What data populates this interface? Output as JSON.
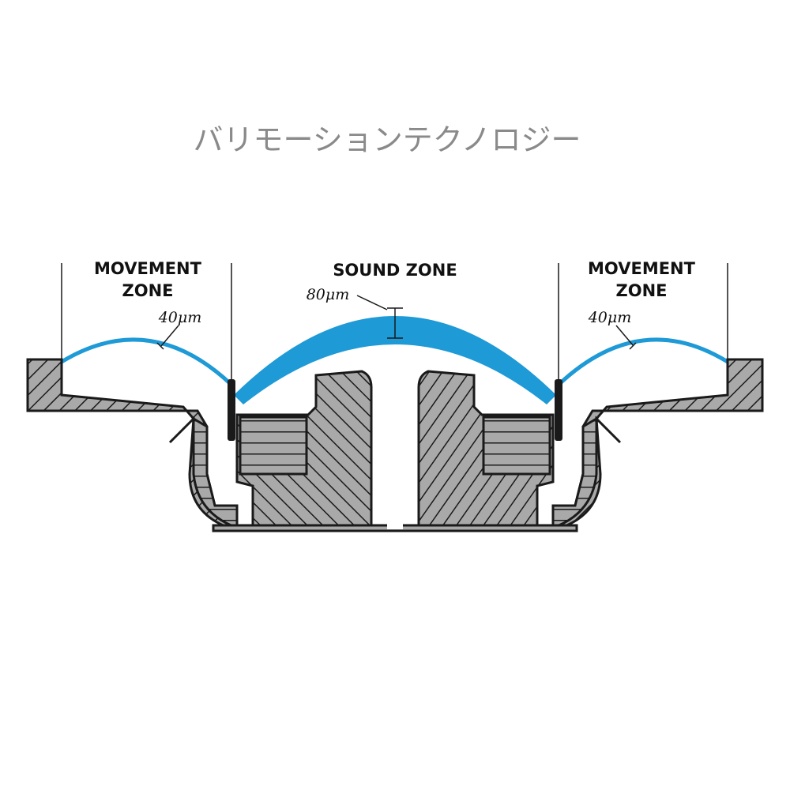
{
  "title": "バリモーションテクノロジー",
  "zones": {
    "left": {
      "line1": "MOVEMENT",
      "line2": "ZONE",
      "thickness": "40μm"
    },
    "center": {
      "label": "SOUND ZONE",
      "thickness": "80μm"
    },
    "right": {
      "line1": "MOVEMENT",
      "line2": "ZONE",
      "thickness": "40μm"
    }
  },
  "colors": {
    "diaphragm": "#1e9ad6",
    "housing": "#a9a9a9",
    "outline": "#1a1a1a",
    "title": "#8a8a8a"
  }
}
